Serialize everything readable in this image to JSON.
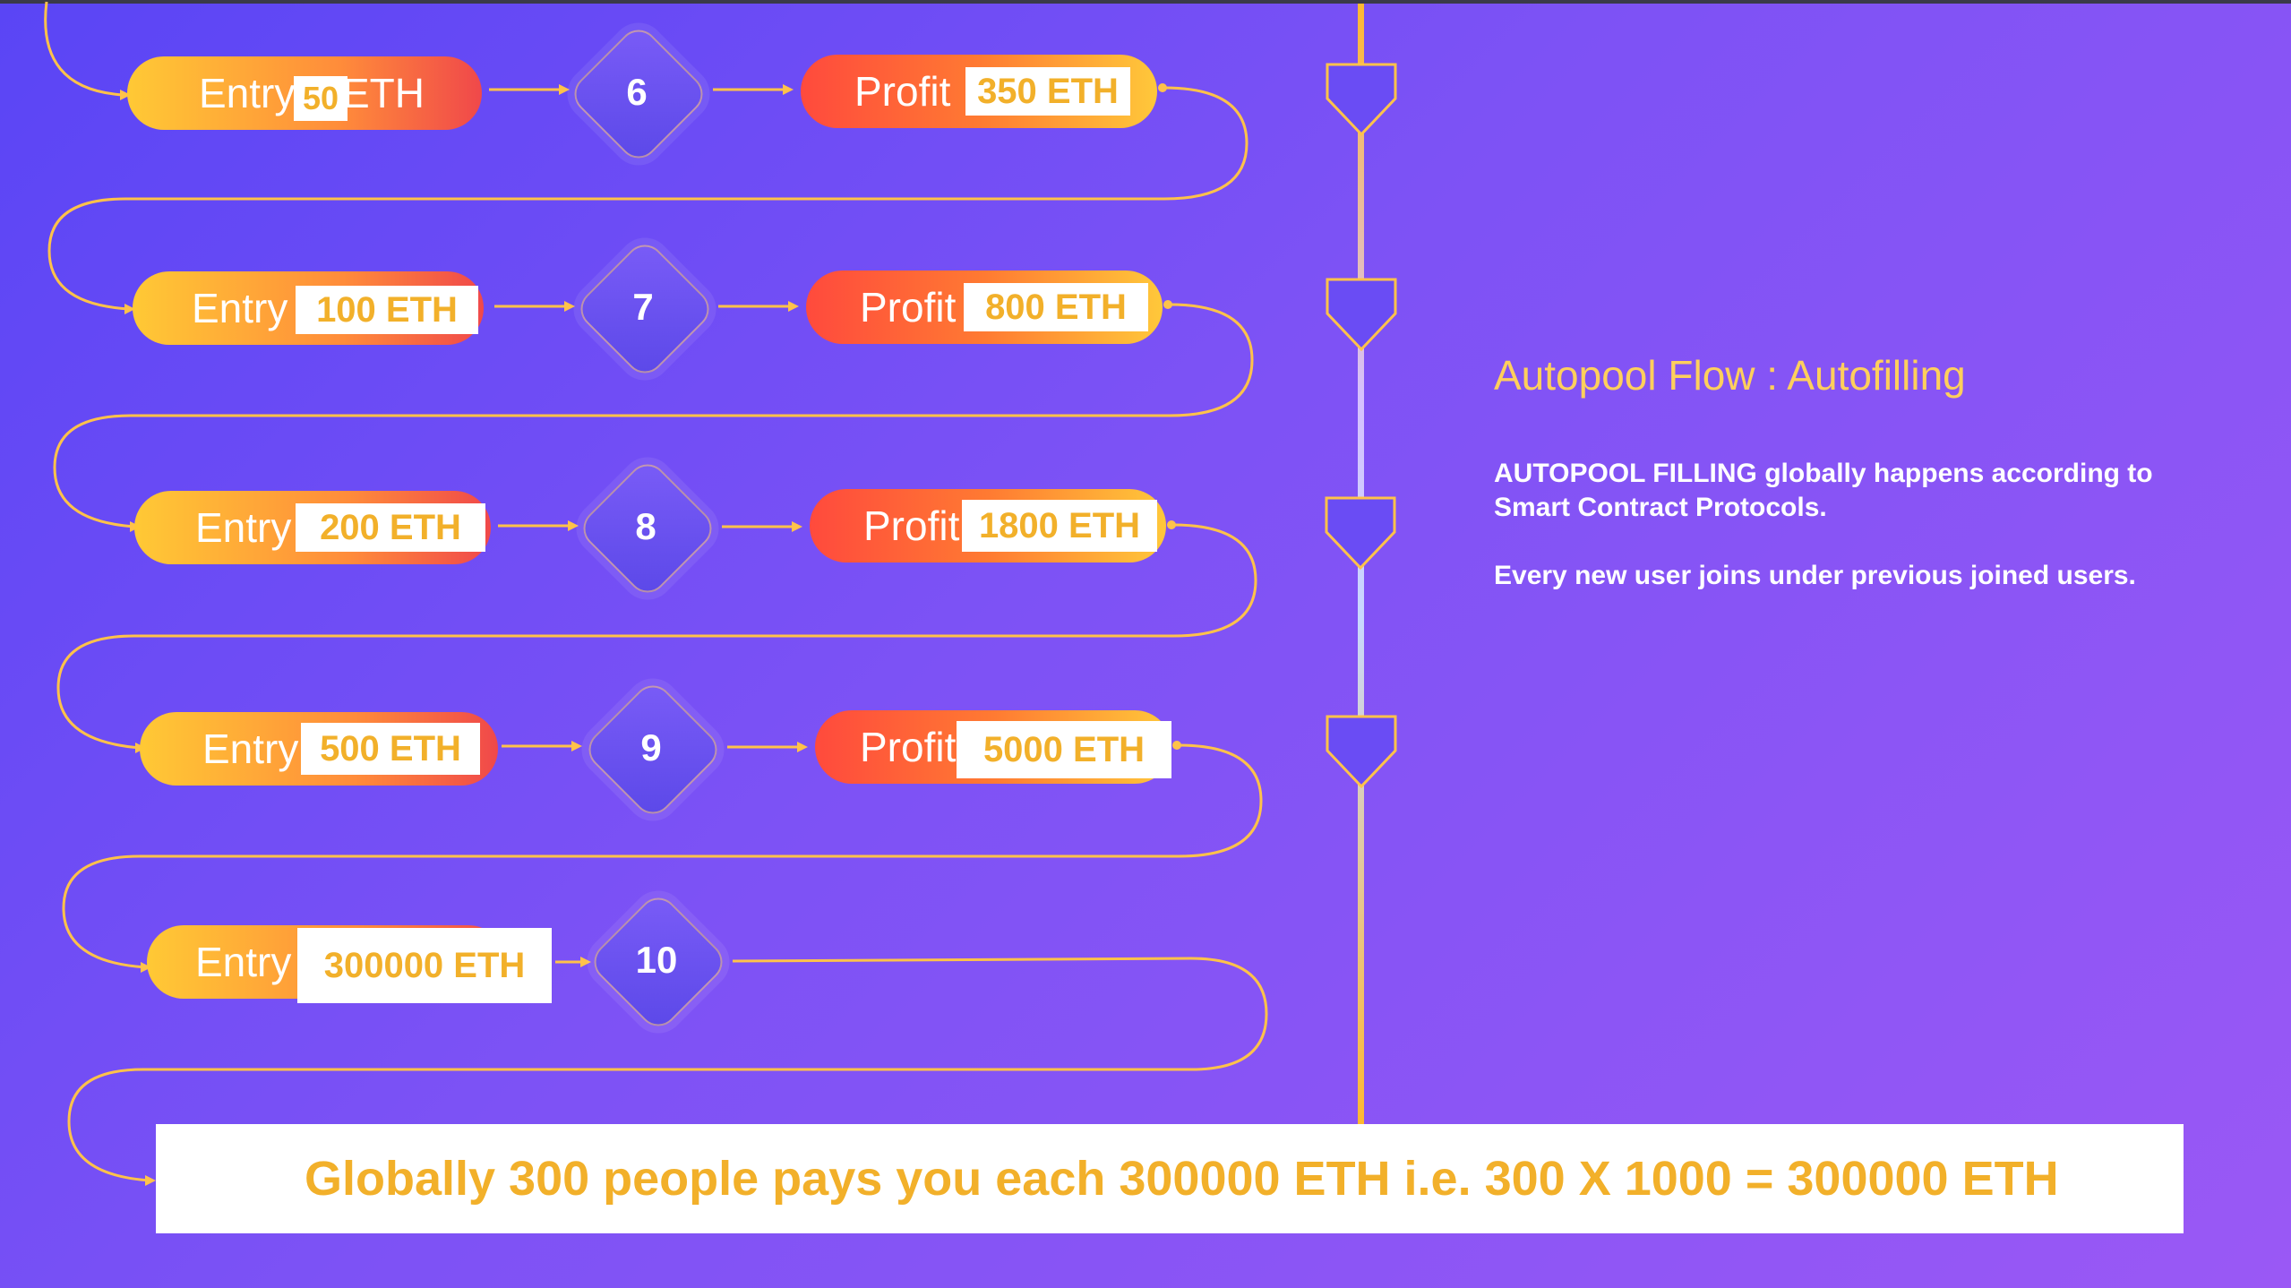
{
  "rows": [
    {
      "entry_label": "Entry",
      "entry_value": "50",
      "entry_suffix": "ETH",
      "level": "6",
      "profit_label": "Profit",
      "profit_value": "350 ETH"
    },
    {
      "entry_label": "Entry",
      "entry_value": "100 ETH",
      "level": "7",
      "profit_label": "Profit",
      "profit_value": "800 ETH"
    },
    {
      "entry_label": "Entry",
      "entry_value": "200 ETH",
      "level": "8",
      "profit_label": "Profit",
      "profit_value": "1800 ETH"
    },
    {
      "entry_label": "Entry",
      "entry_value": "500 ETH",
      "level": "9",
      "profit_label": "Profit",
      "profit_value": "5000 ETH"
    },
    {
      "entry_label": "Entry",
      "entry_value": "300000 ETH",
      "level": "10"
    }
  ],
  "side": {
    "title": "Autopool Flow : Autofilling",
    "paragraph1": "AUTOPOOL FILLING globally happens according to Smart Contract Protocols.",
    "paragraph2": "Every new user joins under previous joined users."
  },
  "banner": "Globally 300 people pays you each 300000 ETH i.e. 300 X 1000 = 300000 ETH",
  "colors": {
    "accent": "#f2b02a",
    "line": "#ffc24a",
    "pill_start": "#ffc935",
    "pill_end": "#f0484a"
  }
}
